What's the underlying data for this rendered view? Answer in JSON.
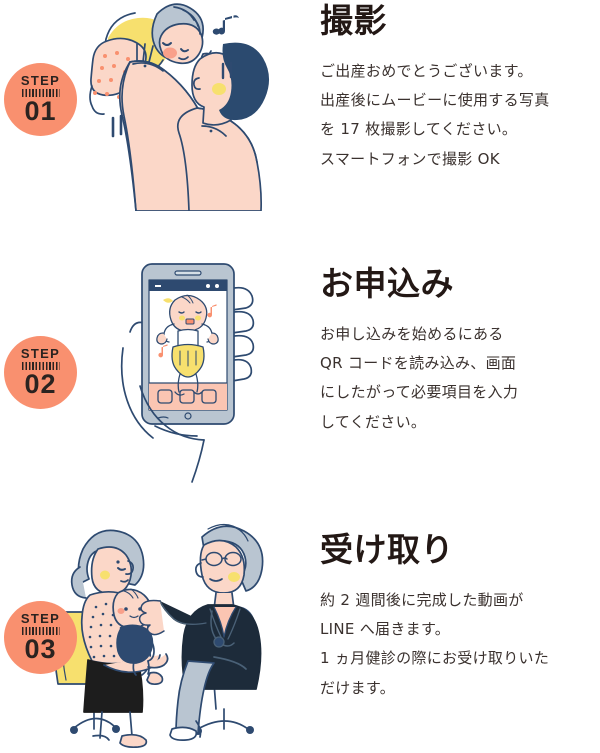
{
  "page": {
    "title": "出産ムービー 3ステップ案内",
    "background_color": "#ffffff",
    "badge_color": "#f9906f",
    "heading_color": "#231815",
    "body_color": "#3a312e",
    "illustration_colors": {
      "outline_navy": "#2e4a70",
      "skin_peach": "#f9c4b0",
      "light_peach": "#fbd7c8",
      "yellow": "#f7e06e",
      "grey_blue": "#b9c5d1",
      "dark_navy": "#2b4a6f"
    }
  },
  "steps": [
    {
      "badge_label": "STEP",
      "badge_number": "01",
      "heading": "撮影",
      "body": "ご出産おめでとうございます。\n出産後にムービーに使用する写真\nを 17 枚撮影してください。\nスマートフォンで撮影 OK",
      "illustration_name": "parent-lifting-baby-illustration"
    },
    {
      "badge_label": "STEP",
      "badge_number": "02",
      "heading": "お申込み",
      "body": "お申し込みを始めるにある\nQR コードを読み込み、画面\nにしたがって必要項目を入力\nしてください。",
      "illustration_name": "hand-holding-smartphone-illustration"
    },
    {
      "badge_label": "STEP",
      "badge_number": "03",
      "heading": "受け取り",
      "body": "約 2 週間後に完成した動画が\nLINE へ届きます。\n1 ヵ月健診の際にお受け取りいた\nだけます。",
      "illustration_name": "mother-and-doctor-consultation-illustration"
    }
  ]
}
